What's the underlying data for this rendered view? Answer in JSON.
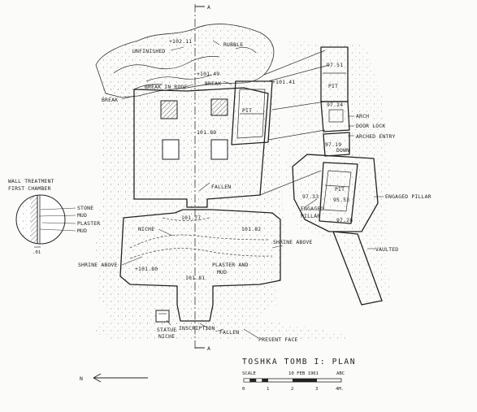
{
  "title": "TOSHKA TOMB I: PLAN",
  "scale": {
    "label": "SCALE",
    "date": "10 FEB 1961",
    "initials": "ABC",
    "ticks": [
      "0",
      "1",
      "2",
      "3",
      "4M."
    ]
  },
  "north": "N",
  "section_marks": [
    "A",
    "A"
  ],
  "inset": {
    "title_line1": "WALL TREATMENT",
    "title_line2": "FIRST CHAMBER",
    "layers": [
      "STONE",
      "MUD",
      "PLASTER",
      "MUD"
    ],
    "dim": ".01"
  },
  "labels": {
    "unfinished": "UNFINISHED",
    "rubble": "RUBBLE",
    "break_in_roof": "BREAK IN ROOF",
    "break_upper": "BREAK",
    "break_left": "BREAK",
    "pit_upper_left": "PIT",
    "pit_upper_right": "PIT",
    "pit_lower": "PIT",
    "arch": "ARCH",
    "door_lock": "DOOR LOCK",
    "arched_entry": "ARCHED ENTRY",
    "down": "DOWN",
    "engaged_pillar_right": "ENGAGED PILLAR",
    "engaged_pillar_left_1": "ENGAGED",
    "engaged_pillar_left_2": "PILLAR",
    "fallen_upper": "FALLEN",
    "niche": "NICHE",
    "shrine_above_right": "SHRINE ABOVE",
    "shrine_above_left": "SHRINE ABOVE",
    "plaster_and_1": "PLASTER AND",
    "plaster_and_2": "MUD",
    "vaulted": "VAULTED",
    "statue_niche_1": "STATUE",
    "statue_niche_2": "NICHE",
    "inscription": "INSCRIPTION",
    "fallen_lower": "FALLEN",
    "present_face": "PRESENT FACE"
  },
  "elevations": {
    "e102_11": "+102.11",
    "e101_49": "+101.49",
    "e101_41": "+101.41",
    "e101_89": "101.89",
    "e101_77": "101.77",
    "e101_82": "101.82",
    "e101_80": "+101.80",
    "e101_81": "101.81",
    "e97_51": "97.51",
    "e97_24": "97.24",
    "e97_19": "97.19",
    "e97_33": "97.33",
    "e95_53": "95.53",
    "e97_28": "97.28"
  }
}
